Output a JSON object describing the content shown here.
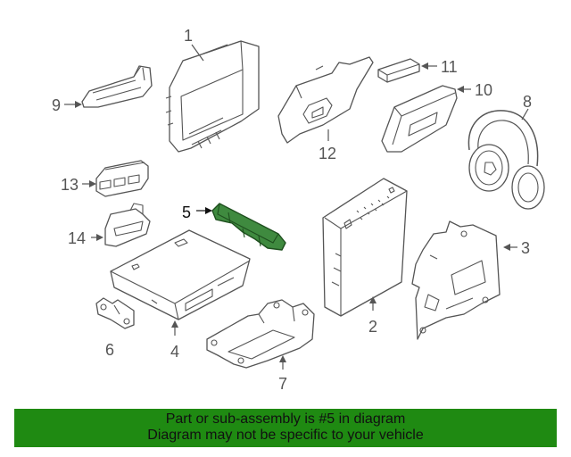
{
  "callouts": {
    "c1": "1",
    "c2": "2",
    "c3": "3",
    "c4": "4",
    "c5": "5",
    "c6": "6",
    "c7": "7",
    "c8": "8",
    "c9": "9",
    "c10": "10",
    "c11": "11",
    "c12": "12",
    "c13": "13",
    "c14": "14"
  },
  "highlight": {
    "part": "5",
    "color": "#3f8a3f"
  },
  "banner": {
    "line1": "Part or sub-assembly is #5 in diagram",
    "line2": "Diagram may not be specific to your vehicle",
    "background": "#1f8a12"
  }
}
